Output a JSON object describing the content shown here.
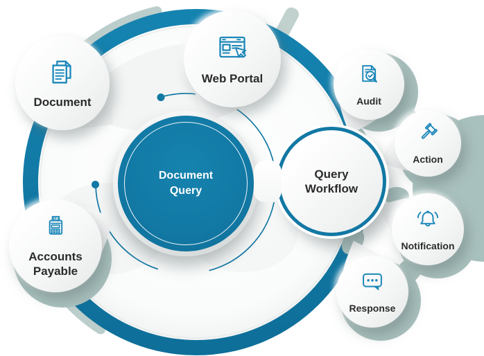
{
  "colors": {
    "primary_blue": "#1278a4",
    "icon_blue": "#1b87b8",
    "sage": "#a9c1be",
    "sage_light": "#b5c9c6",
    "text_dark": "#2b2b2b",
    "bubble_white": "#ffffff"
  },
  "nodes": {
    "center": {
      "id": "document-query",
      "label": "Document\nQuery"
    },
    "hub": {
      "id": "query-workflow",
      "label": "Query\nWorkflow"
    },
    "satellites": [
      {
        "id": "document",
        "label": "Document",
        "icon": "documents-icon"
      },
      {
        "id": "web-portal",
        "label": "Web Portal",
        "icon": "web-portal-icon"
      },
      {
        "id": "accounts-payable",
        "label": "Accounts\nPayable",
        "icon": "calculator-icon"
      },
      {
        "id": "audit",
        "label": "Audit",
        "icon": "audit-magnifier-icon"
      },
      {
        "id": "action",
        "label": "Action",
        "icon": "gavel-icon"
      },
      {
        "id": "notification",
        "label": "Notification",
        "icon": "bell-icon"
      },
      {
        "id": "response",
        "label": "Response",
        "icon": "chat-bubble-icon"
      }
    ]
  }
}
